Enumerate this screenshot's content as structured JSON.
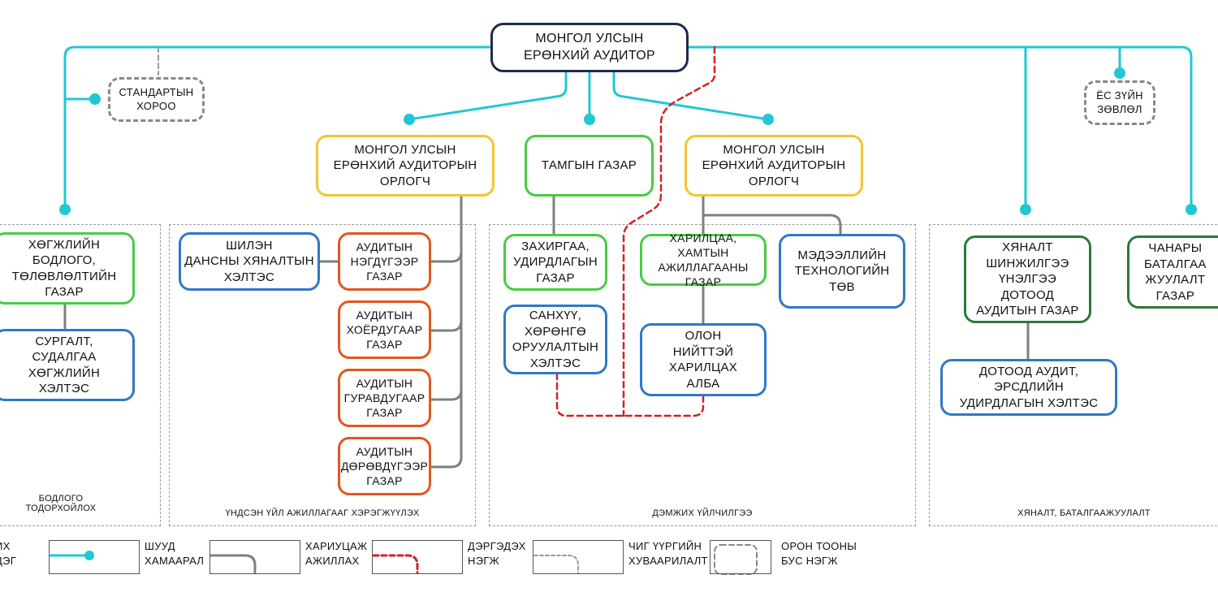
{
  "top": {
    "line1": "МОНГОЛ УЛСЫН",
    "line2": "ЕРӨНХИЙ АУДИТОР"
  },
  "standards": {
    "line1": "СТАНДАРТЫН",
    "line2": "ХОРОО"
  },
  "ethics": {
    "line1": "ЁС ЗҮЙН",
    "line2": "ЗӨВЛӨЛ"
  },
  "deputy_left": {
    "line1": "МОНГОЛ УЛСЫН",
    "line2": "ЕРӨНХИЙ АУДИТОРЫН",
    "line3": "ОРЛОГЧ"
  },
  "secretariat": {
    "line1": "ТАМГЫН ГАЗАР"
  },
  "deputy_right": {
    "line1": "МОНГОЛ УЛСЫН",
    "line2": "ЕРӨНХИЙ АУДИТОРЫН",
    "line3": "ОРЛОГЧ"
  },
  "regions": {
    "policy": {
      "line1": "БОДЛОГО",
      "line2": "ТОДОРХОЙЛОХ"
    },
    "core": {
      "label": "ҮНДСЭН ҮЙЛ АЖИЛЛАГААГ ХЭРЭГЖҮҮЛЭХ"
    },
    "support": {
      "label": "ДЭМЖИХ ҮЙЛЧИЛГЭЭ"
    },
    "control": {
      "label": "ХЯНАЛТ, БАТАЛГААЖУУЛАЛТ"
    }
  },
  "units": {
    "dev_policy": {
      "line1": "ХӨГЖЛИЙН",
      "line2": "БОДЛОГО,",
      "line3": "ТӨЛӨВЛӨЛТИЙН",
      "line4": "ГАЗАР"
    },
    "training": {
      "line1": "СУРГАЛТ,",
      "line2": "СУДАЛГАА",
      "line3": "ХӨГЖЛИЙН",
      "line4": "ХЭЛТЭС"
    },
    "transparency": {
      "line1": "ШИЛЭН",
      "line2": "ДАНСНЫ ХЯНАЛТЫН",
      "line3": "ХЭЛТЭС"
    },
    "audit1": {
      "line1": "АУДИТЫН",
      "line2": "НЭГДҮГЭЭР",
      "line3": "ГАЗАР"
    },
    "audit2": {
      "line1": "АУДИТЫН",
      "line2": "ХОЁРДУГААР",
      "line3": "ГАЗАР"
    },
    "audit3": {
      "line1": "АУДИТЫН",
      "line2": "ГУРАВДУГААР",
      "line3": "ГАЗАР"
    },
    "audit4": {
      "line1": "АУДИТЫН",
      "line2": "ДӨРӨВДҮГЭЭР",
      "line3": "ГАЗАР"
    },
    "admin": {
      "line1": "ЗАХИРГАА,",
      "line2": "УДИРДЛАГЫН",
      "line3": "ГАЗАР"
    },
    "finance": {
      "line1": "САНХҮҮ,",
      "line2": "ХӨРӨНГӨ",
      "line3": "ОРУУЛАЛТЫН",
      "line4": "ХЭЛТЭС"
    },
    "cooperation": {
      "line1": "ХАРИЛЦАА,",
      "line2": "ХАМТЫН",
      "line3": "АЖИЛЛАГААНЫ",
      "line4": "ГАЗАР"
    },
    "it": {
      "line1": "МЭДЭЭЛЛИЙН",
      "line2": "ТЕХНОЛОГИЙН",
      "line3": "ТӨВ"
    },
    "pr": {
      "line1": "ОЛОН",
      "line2": "НИЙТТЭЙ",
      "line3": "ХАРИЛЦАХ",
      "line4": "АЛБА"
    },
    "monitoring": {
      "line1": "ХЯНАЛТ",
      "line2": "ШИНЖИЛГЭЭ",
      "line3": "ҮНЭЛГЭЭ",
      "line4": "ДОТООД",
      "line5": "АУДИТЫН ГАЗАР"
    },
    "internal_audit": {
      "line1": "ДОТООД АУДИТ,",
      "line2": "ЭРСДЛИЙН",
      "line3": "УДИРДЛАГЫН ХЭЛТЭС"
    },
    "quality": {
      "line1": "ЧАНАРЫ",
      "line2": "БАТАЛГАА",
      "line3": "ЖУУЛАЛТ",
      "line4": "ГАЗАР"
    }
  },
  "legend": {
    "partial": {
      "line1": "ИХ",
      "line2": "ДЭГ"
    },
    "direct": {
      "line1": "ШУУД",
      "line2": "ХАМААРАЛ"
    },
    "responsible": {
      "line1": "ХАРИУЦАЖ",
      "line2": "АЖИЛЛАХ"
    },
    "attached": {
      "line1": "ДЭРГЭДЭХ",
      "line2": "НЭГЖ"
    },
    "functional": {
      "line1": "ЧИГ ҮҮРГИЙН",
      "line2": "ХУВААРИЛАЛТ"
    },
    "nonstaff": {
      "line1": "ОРОН ТООНЫ",
      "line2": "БУС НЭГЖ"
    }
  },
  "colors": {
    "direct_line": "#22c7d3",
    "responsible_line": "#7f7f7f",
    "attached_line": "#d42024",
    "top_border": "#1d2b4c",
    "deputy_border": "#f3c531",
    "green_border": "#49cb43",
    "dark_green_border": "#2a7b38",
    "blue_border": "#2f78c8",
    "orange_border": "#e3561e"
  }
}
